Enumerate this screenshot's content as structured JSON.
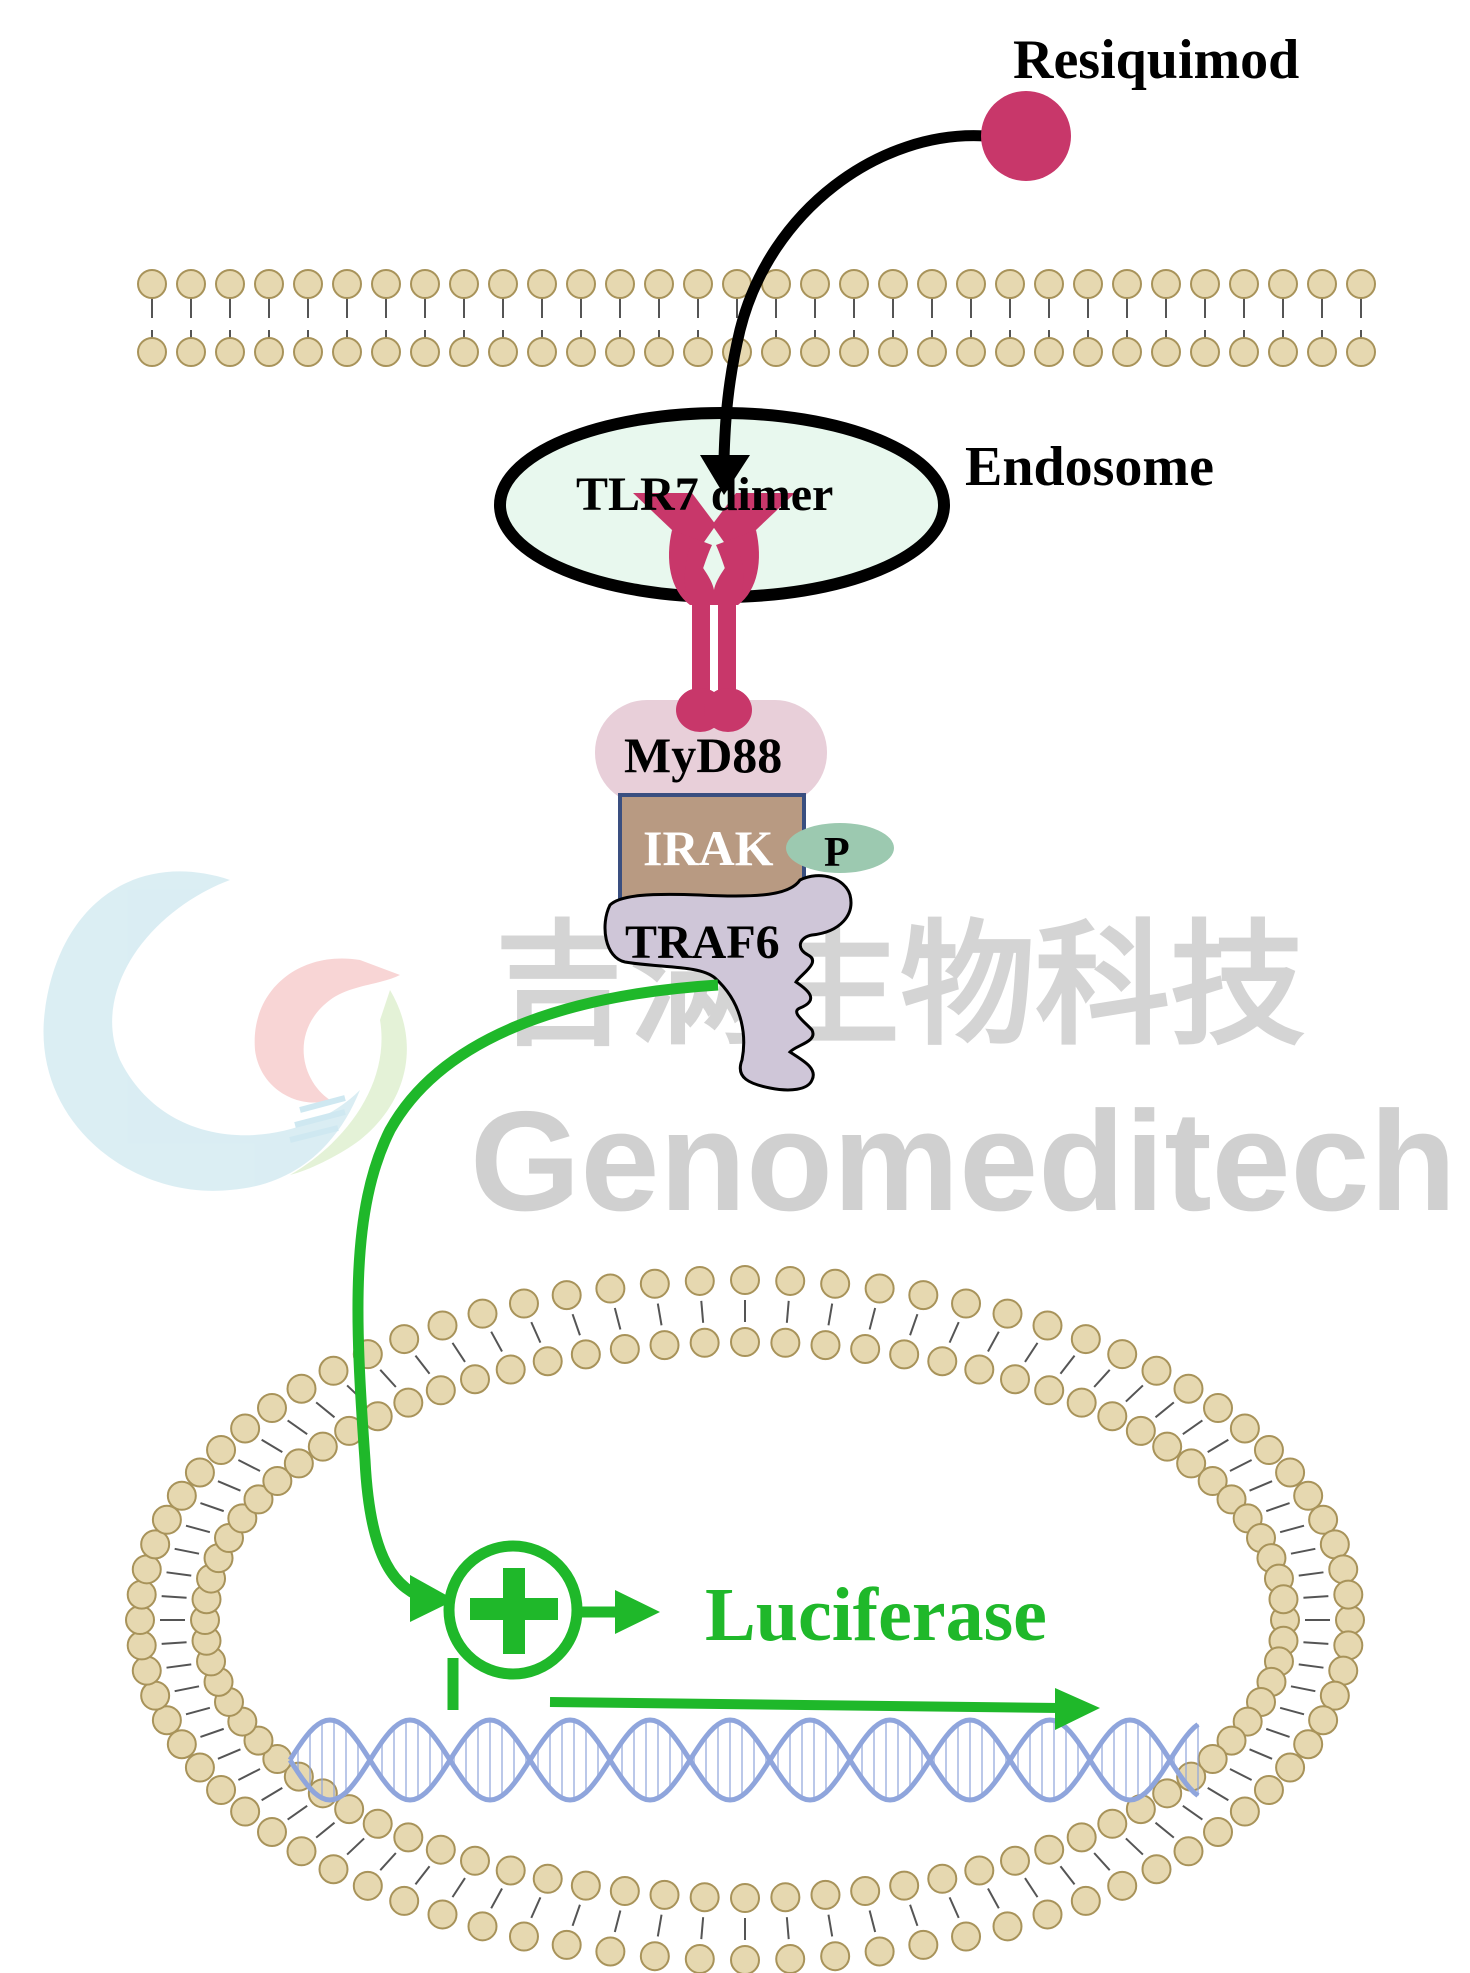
{
  "labels": {
    "ligand": "Resiquimod",
    "endosome": "Endosome",
    "receptor": "TLR7 dimer",
    "adaptor": "MyD88",
    "kinase": "IRAK",
    "phospho": "P",
    "traf": "TRAF6",
    "reporter": "Luciferase"
  },
  "watermark": {
    "chinese": "吉满生物科技",
    "latin": "Genomeditech"
  },
  "colors": {
    "ligand": "#c8376a",
    "endosome_fill": "#e8f8ee",
    "arrow_black": "#000000",
    "arrow_green": "#1fb82a",
    "lipid_head": "#e6d8b0",
    "lipid_edge": "#a8935a",
    "myd88": "#e8cfd9",
    "irak": "#b89a82",
    "irak_border": "#3a4f80",
    "phospho": "#9cc9b0",
    "traf6": "#cfc6d8",
    "dna": "#8fa5dc",
    "watermark_text": "#cfcfcf"
  },
  "icons": {
    "ligand": "ligand-dot-icon",
    "receptor": "y-receptor-icon",
    "promoter": "plus-circle-icon",
    "dna": "dna-helix-icon",
    "membrane": "lipid-bilayer-icon",
    "logo": "genomeditech-logo-icon"
  }
}
